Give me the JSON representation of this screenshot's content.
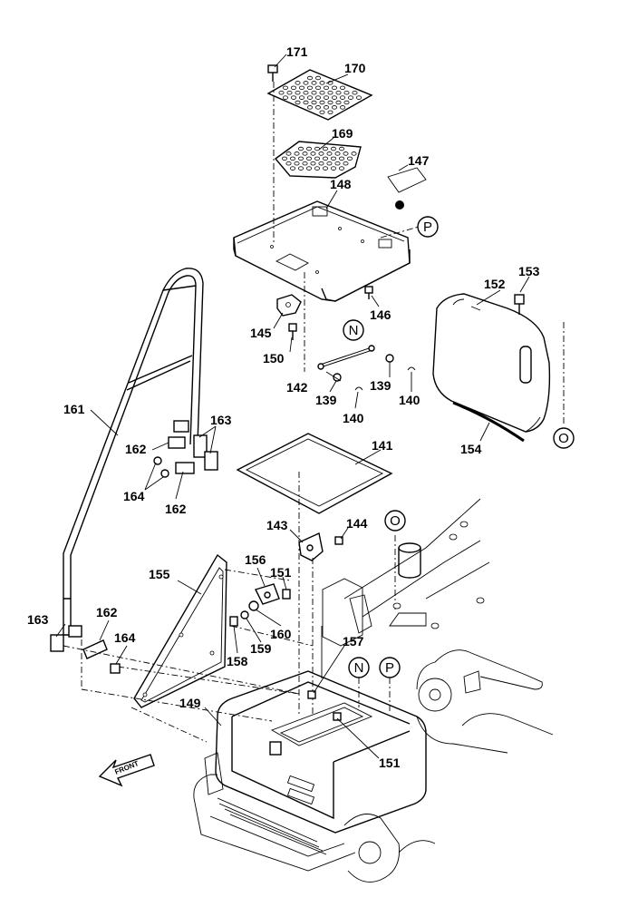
{
  "diagram": {
    "part_labels": [
      "171",
      "170",
      "169",
      "147",
      "148",
      "146",
      "145",
      "150",
      "142",
      "139",
      "139",
      "140",
      "140",
      "161",
      "163",
      "162",
      "164",
      "162",
      "141",
      "153",
      "152",
      "154",
      "143",
      "144",
      "155",
      "156",
      "151",
      "160",
      "159",
      "158",
      "163",
      "162",
      "164",
      "157",
      "149",
      "151"
    ],
    "circle_labels": [
      "P",
      "N",
      "O",
      "O",
      "N",
      "P"
    ],
    "front_label": "FRONT"
  },
  "colors": {
    "line": "#000000",
    "background": "#ffffff"
  }
}
